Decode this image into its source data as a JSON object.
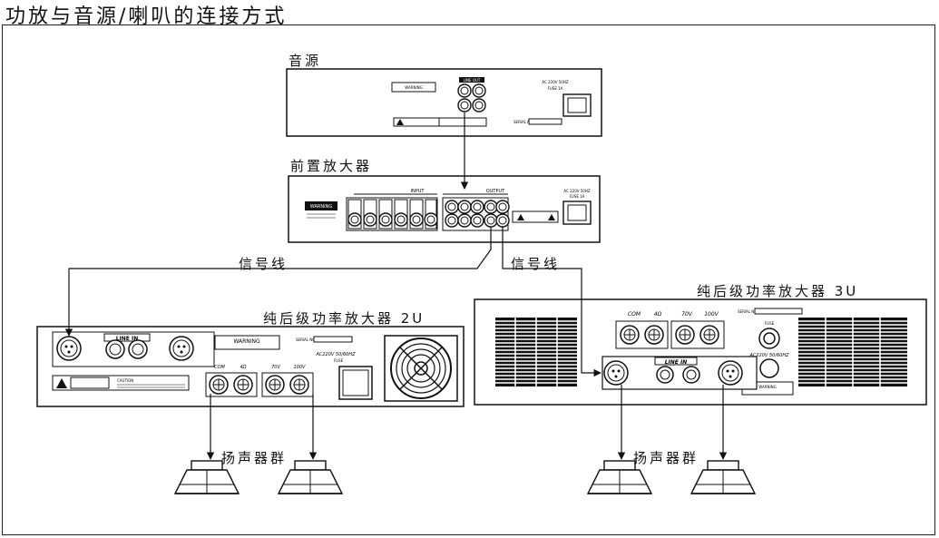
{
  "title": "功放与音源/喇叭的连接方式",
  "devices": {
    "source": {
      "label": "音源",
      "line_out": "LINE OUT",
      "warning": "WARNING",
      "ac": "AC 220V 50HZ",
      "fuse": "FUSE 1A",
      "serial": "SERIAL NO."
    },
    "preamp": {
      "label": "前置放大器",
      "input": "INPUT",
      "output": "OUTPUT",
      "warning": "WARNING",
      "ac": "AC 220V 50HZ",
      "fuse": "FUSE 1A"
    },
    "amp2u": {
      "label": "纯后级功率放大器 2U",
      "line_in": "LINE IN",
      "warning": "WARNING",
      "serial": "SERIAL NO.",
      "ac": "AC220V 50/60HZ",
      "fuse": "FUSE",
      "caution": "CAUTION",
      "terminals": [
        "COM",
        "4Ω",
        "70V",
        "100V"
      ]
    },
    "amp3u": {
      "label": "纯后级功率放大器 3U",
      "line_in": "LINE IN",
      "warning": "WARNING",
      "serial": "SERIAL NO.",
      "ac": "AC220V 50/60HZ",
      "fuse": "FUSE",
      "terminals": [
        "COM",
        "4Ω",
        "70V",
        "100V"
      ]
    }
  },
  "cables": {
    "left": "信号线",
    "right": "信号线"
  },
  "speaker_groups": {
    "left": "扬声器群",
    "right": "扬声器群"
  }
}
